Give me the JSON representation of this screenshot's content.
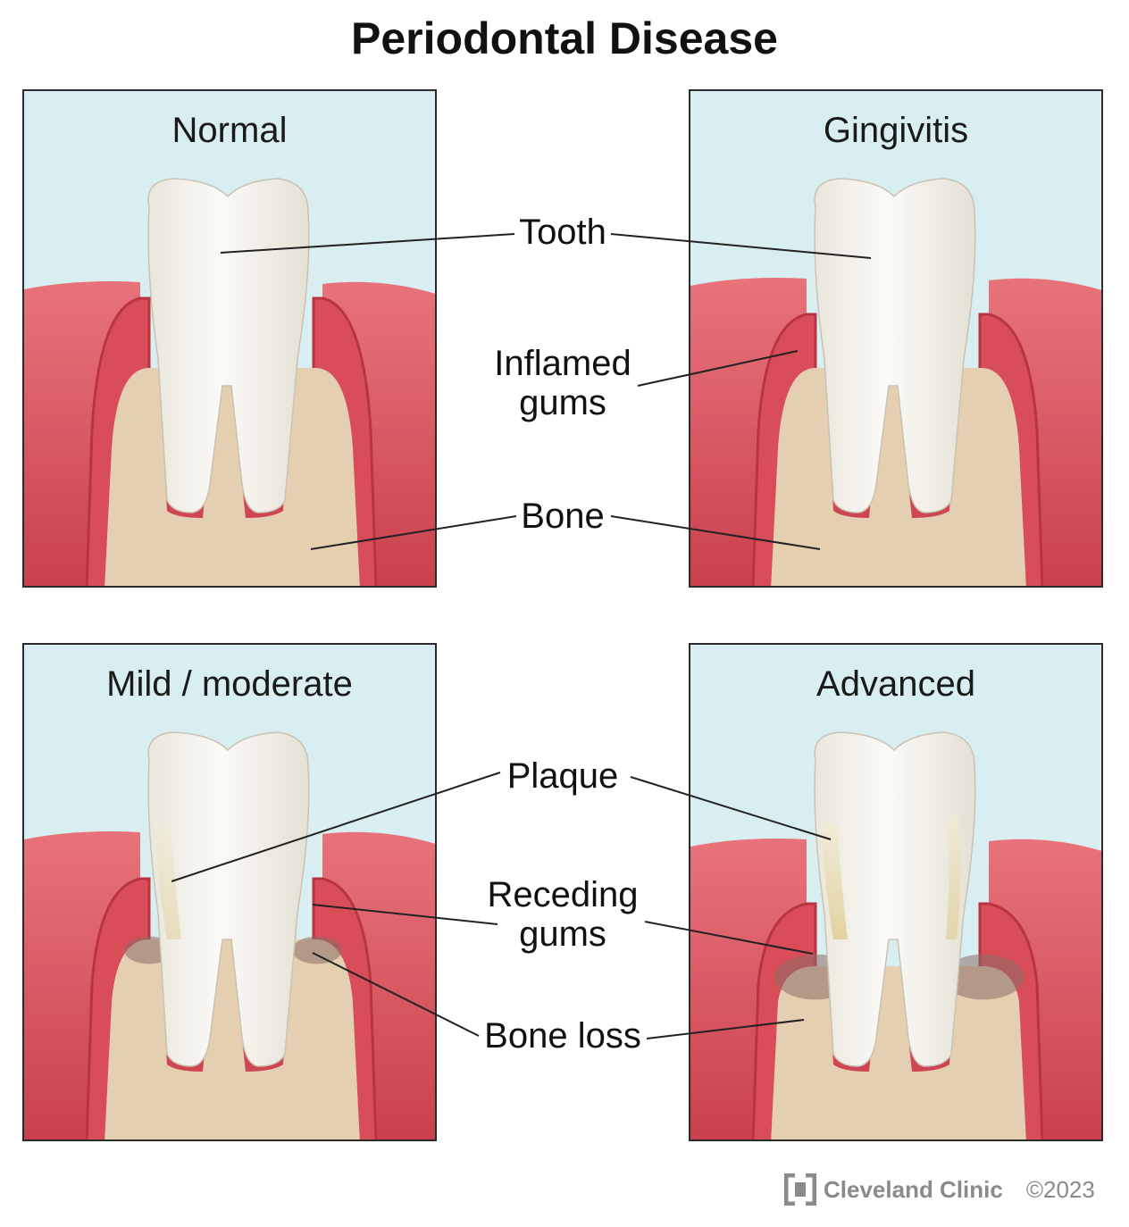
{
  "title": "Periodontal Disease",
  "panels": [
    {
      "title": "Normal"
    },
    {
      "title": "Gingivitis"
    },
    {
      "title": "Mild / moderate"
    },
    {
      "title": "Advanced"
    }
  ],
  "labels": {
    "tooth": "Tooth",
    "inflamed_1": "Inflamed",
    "inflamed_2": "gums",
    "bone": "Bone",
    "plaque": "Plaque",
    "receding_1": "Receding",
    "receding_2": "gums",
    "bone_loss": "Bone loss"
  },
  "footer": {
    "brand": "Cleveland Clinic",
    "copyright": "©2023"
  },
  "colors": {
    "background": "#d9eef0",
    "gum": "#d8545e",
    "bone": "#e6d2b6",
    "tooth": "#f7f5ef",
    "plaque": "#e6d8a0"
  }
}
